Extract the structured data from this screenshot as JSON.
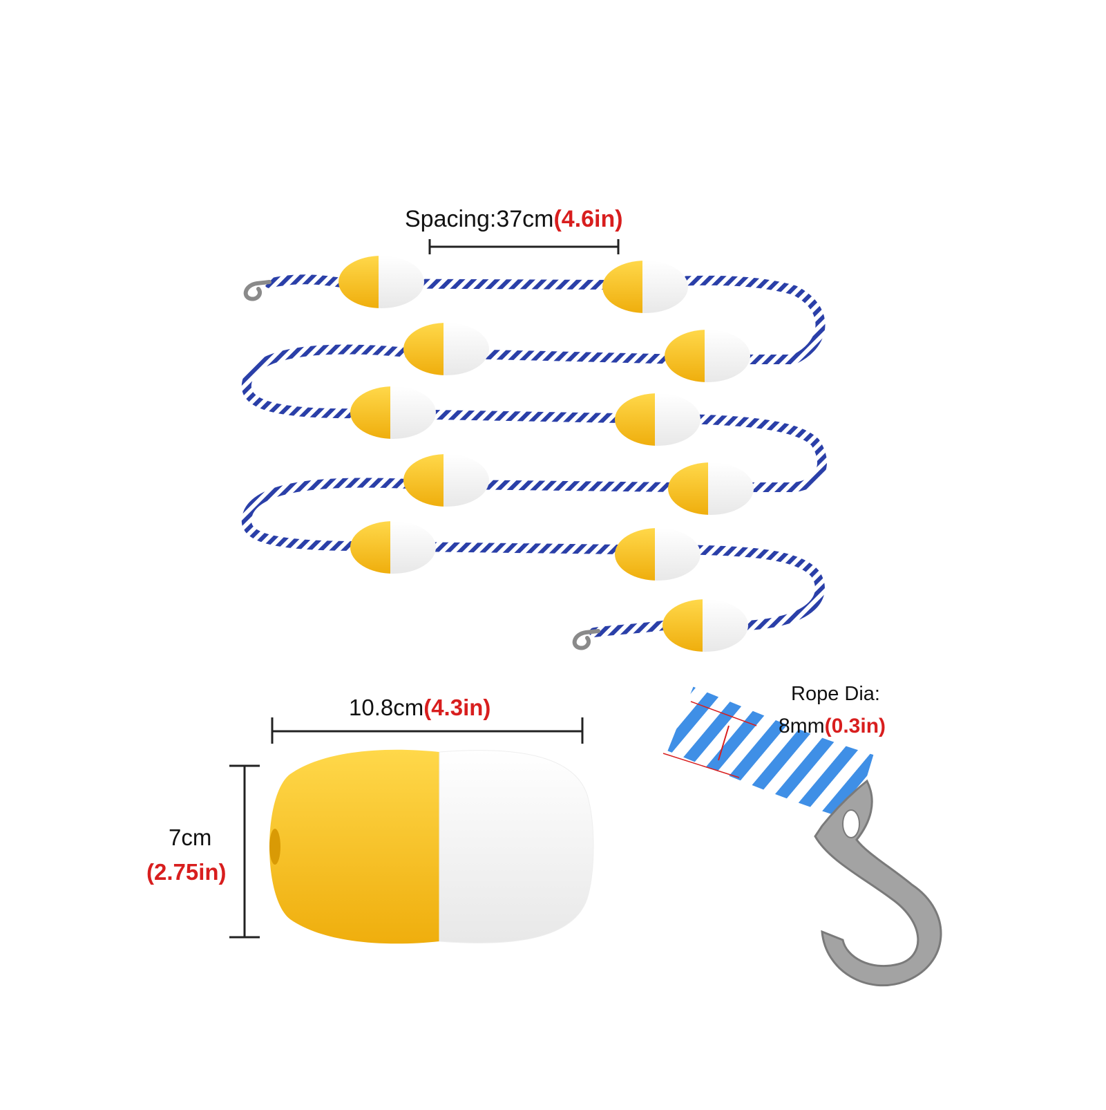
{
  "spacing": {
    "text": "Spacing:37cm",
    "imperial": "(4.6in)"
  },
  "float_length": {
    "text": "10.8cm",
    "imperial": "(4.3in)"
  },
  "float_height": {
    "text": "7cm",
    "imperial": "(2.75in)"
  },
  "rope_dia": {
    "label": "Rope Dia:",
    "text": "8mm",
    "imperial": "(0.3in)"
  },
  "colors": {
    "float_yellow": "#f6c31c",
    "float_white": "#ffffff",
    "rope_blue": "#2a3fa8",
    "rope_light_blue": "#3f8fe6",
    "hook_gray": "#9a9a9a",
    "dimension_red": "#d81e1e"
  }
}
